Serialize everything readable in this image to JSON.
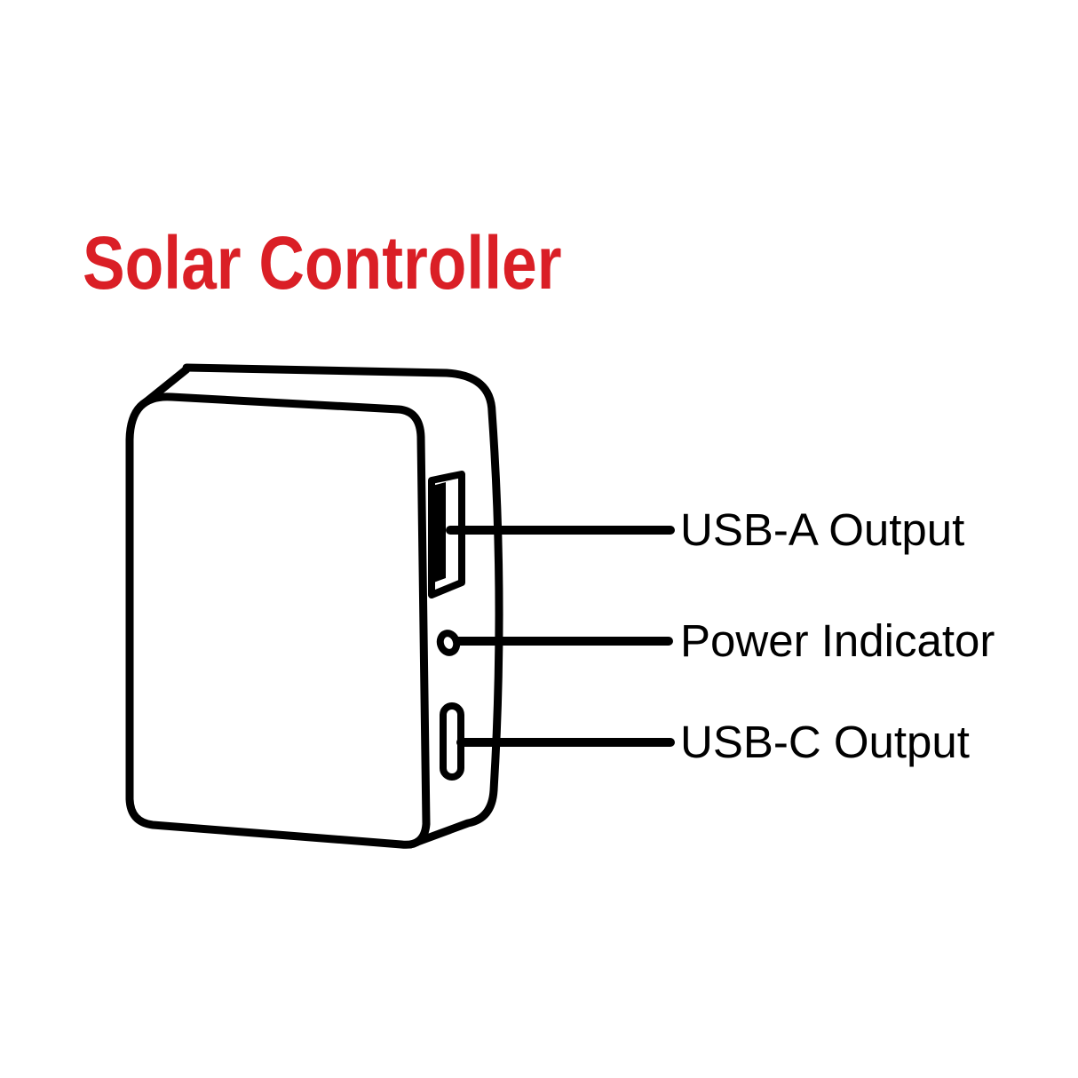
{
  "title": {
    "text": "Solar Controller",
    "color": "#da1f26"
  },
  "labels": [
    {
      "id": "usb-a-output",
      "text": "USB-A Output"
    },
    {
      "id": "power-indicator",
      "text": "Power Indicator"
    },
    {
      "id": "usb-c-output",
      "text": "USB-C Output"
    }
  ],
  "illustration": {
    "subject": "solar controller charger box, 3/4 view line drawing",
    "features": [
      "usb-a-port",
      "power-indicator-led",
      "usb-c-port"
    ],
    "line_color": "#000000",
    "background_color": "#ffffff"
  }
}
